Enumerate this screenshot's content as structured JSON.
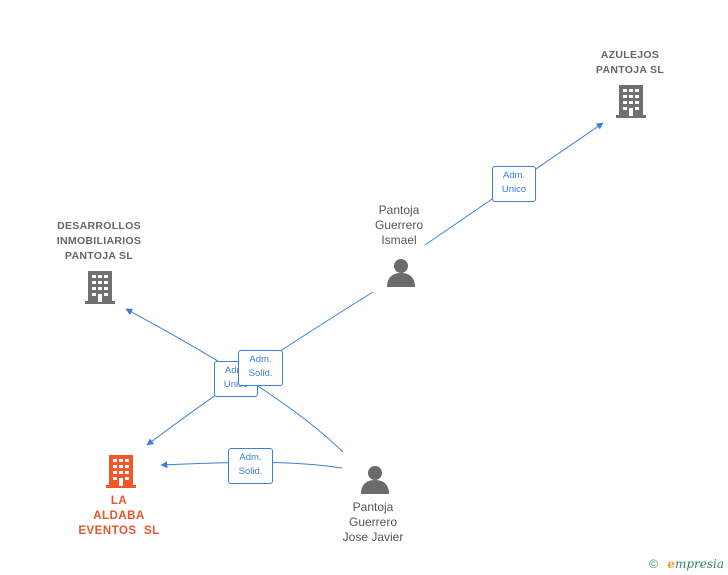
{
  "nodes": {
    "azulejos": {
      "line1": "AZULEJOS",
      "line2": "PANTOJA SL"
    },
    "desarrollos": {
      "line1": "DESARROLLOS",
      "line2": "INMOBILIARIOS",
      "line3": "PANTOJA SL"
    },
    "aldaba": {
      "line1": "LA",
      "line2": "ALDABA",
      "line3": "EVENTOS  SL"
    },
    "ismael": {
      "line1": "Pantoja",
      "line2": "Guerrero",
      "line3": "Ismael"
    },
    "jose": {
      "line1": "Pantoja",
      "line2": "Guerrero",
      "line3": "Jose Javier"
    }
  },
  "edges": {
    "ismael_azulejos": {
      "line1": "Adm.",
      "line2": "Unico"
    },
    "ismael_desarrollos": {
      "line1": "Adm.",
      "line2": "Solid."
    },
    "jose_desarrollos": {
      "line1": "Adm.",
      "line2": "Unico"
    },
    "jose_aldaba": {
      "line1": "Adm.",
      "line2": "Solid."
    }
  },
  "colors": {
    "company": "#707070",
    "focus_company": "#f0582a",
    "person": "#6b6b6b",
    "edge": "#3b7fd8"
  },
  "footer": {
    "copyright": "©",
    "brand_initial": "e",
    "brand_rest": "mpresia"
  }
}
